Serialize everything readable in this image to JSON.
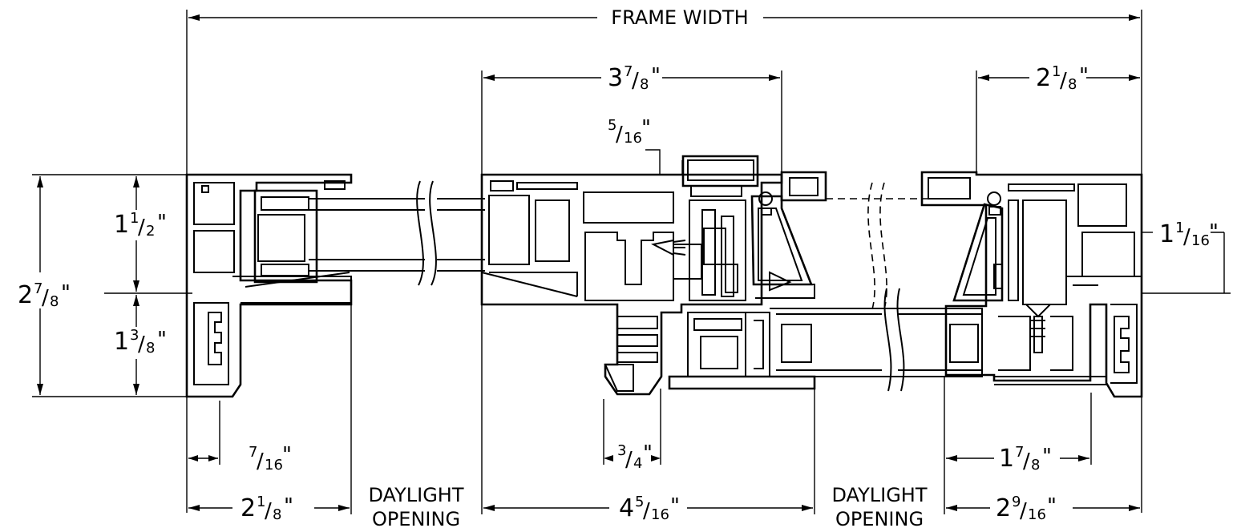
{
  "labels": {
    "frame_width": "FRAME WIDTH",
    "daylight_opening_left_1": "DAYLIGHT",
    "daylight_opening_left_2": "OPENING",
    "daylight_opening_right_1": "DAYLIGHT",
    "daylight_opening_right_2": "OPENING"
  },
  "dimensions": {
    "top_center": {
      "whole": "3",
      "num": "7",
      "den": "8",
      "unit": "\""
    },
    "top_right": {
      "whole": "2",
      "num": "1",
      "den": "8",
      "unit": "\""
    },
    "interlock_offset": {
      "whole": "",
      "num": "5",
      "den": "16",
      "unit": "\""
    },
    "height_total": {
      "whole": "2",
      "num": "7",
      "den": "8",
      "unit": "\""
    },
    "height_upper": {
      "whole": "1",
      "num": "1",
      "den": "2",
      "unit": "\""
    },
    "height_lower": {
      "whole": "1",
      "num": "3",
      "den": "8",
      "unit": "\""
    },
    "right_height": {
      "whole": "1",
      "num": "1",
      "den": "16",
      "unit": "\""
    },
    "left_leg": {
      "whole": "",
      "num": "7",
      "den": "16",
      "unit": "\""
    },
    "center_leg": {
      "whole": "",
      "num": "3",
      "den": "4",
      "unit": "\""
    },
    "right_leg": {
      "whole": "1",
      "num": "7",
      "den": "8",
      "unit": "\""
    },
    "bottom_left": {
      "whole": "2",
      "num": "1",
      "den": "8",
      "unit": "\""
    },
    "bottom_center": {
      "whole": "4",
      "num": "5",
      "den": "16",
      "unit": "\""
    },
    "bottom_right": {
      "whole": "2",
      "num": "9",
      "den": "16",
      "unit": "\""
    }
  }
}
